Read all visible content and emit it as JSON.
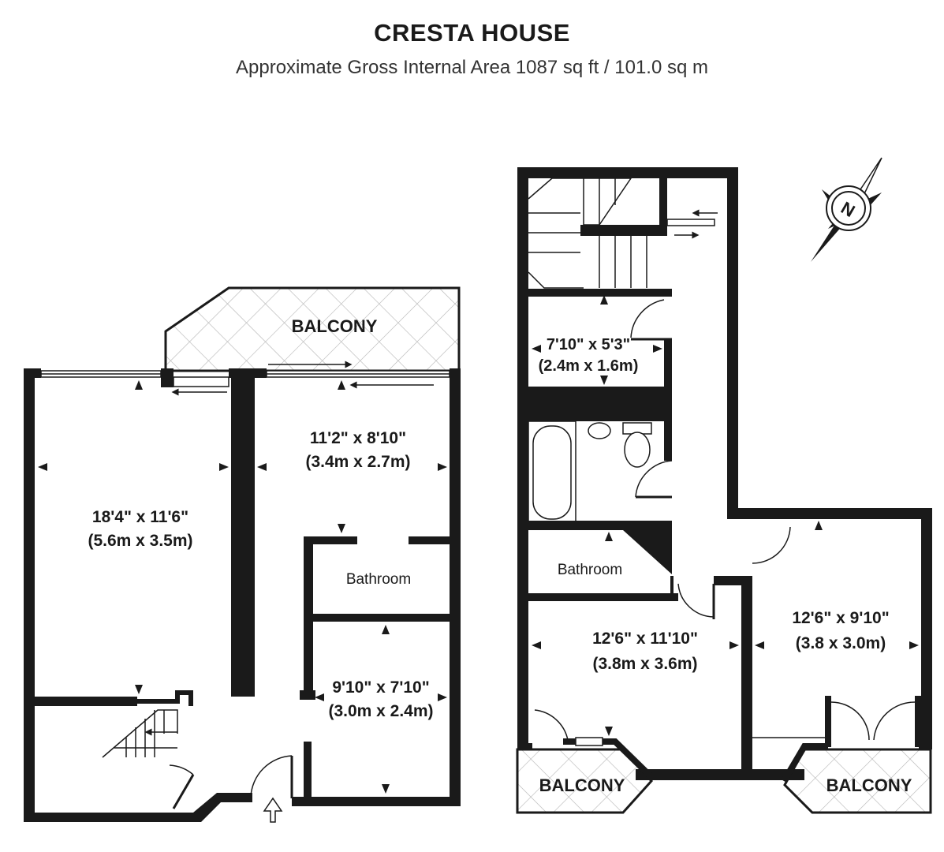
{
  "header": {
    "title": "CRESTA HOUSE",
    "subtitle": "Approximate Gross Internal Area 1087 sq ft / 101.0 sq m"
  },
  "left_plan": {
    "balcony": "BALCONY",
    "reception": {
      "imperial": "18'4\" x 11'6\"",
      "metric": "(5.6m x 3.5m)"
    },
    "bedroom": {
      "imperial": "11'2\" x 8'10\"",
      "metric": "(3.4m x 2.7m)"
    },
    "bathroom": "Bathroom",
    "kitchen": {
      "imperial": "9'10\" x 7'10\"",
      "metric": "(3.0m x 2.4m)"
    }
  },
  "right_plan": {
    "study": {
      "imperial": "7'10\" x 5'3\"",
      "metric": "(2.4m x 1.6m)"
    },
    "bathroom": "Bathroom",
    "bedroom_1": {
      "imperial": "12'6\" x 11'10\"",
      "metric": "(3.8m x 3.6m)"
    },
    "bedroom_2": {
      "imperial": "12'6\" x 9'10\"",
      "metric": "(3.8 x 3.0m)"
    },
    "balcony_left": "BALCONY",
    "balcony_right": "BALCONY"
  },
  "compass": {
    "letter": "N"
  }
}
